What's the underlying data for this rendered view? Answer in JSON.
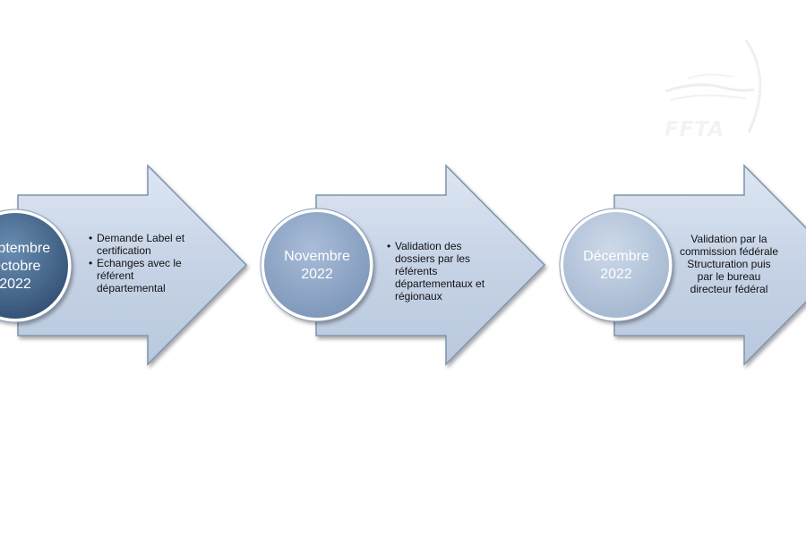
{
  "logo": {
    "text": "FFTA"
  },
  "steps": [
    {
      "period_lines": [
        "Septembre",
        "Octobre",
        "2022"
      ],
      "items": [
        "Demande Label et certification",
        "Echanges avec le référent départemental"
      ],
      "circle_color": "#3d5f83"
    },
    {
      "period_lines": [
        "Novembre",
        "2022"
      ],
      "items": [
        "Validation des dossiers par les référents départementaux et régionaux"
      ],
      "circle_color": "#8aa2c4"
    },
    {
      "period_lines": [
        "Décembre",
        "2022"
      ],
      "text_lines": [
        "Validation par la",
        "commission fédérale",
        "Structuration puis",
        "par le bureau",
        "directeur fédéral"
      ],
      "circle_color": "#b3c3da"
    }
  ],
  "colors": {
    "arrow_fill": "#c9d6e8",
    "arrow_stroke": "#7f93ad"
  }
}
